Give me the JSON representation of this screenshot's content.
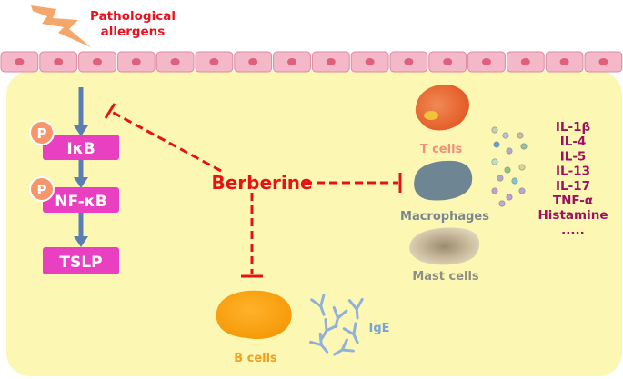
{
  "allergen": {
    "line1": "Pathological",
    "line2": "allergens"
  },
  "pathway": {
    "ikb": "IκB",
    "nfkb": "NF-κB",
    "tslp": "TSLP",
    "phospho": "P"
  },
  "drug": "Berberine",
  "cells": {
    "t_cells": "T cells",
    "macrophages": "Macrophages",
    "mast_cells": "Mast cells",
    "b_cells": "B cells",
    "ige": "IgE"
  },
  "cytokines": [
    "IL-1β",
    "IL-4",
    "IL-5",
    "IL-13",
    "IL-17",
    "TNF-α",
    "Histamine",
    "....."
  ],
  "colors": {
    "background_panel": "#fdf7b4",
    "epithelium": "#f4b8c8",
    "pathway_box": "#e93fc1",
    "phospho_circle": "#f7966b",
    "inhibition": "#e41414",
    "arrow": "#5a7db3",
    "cytokine_text": "#9c1260",
    "b_cell": "#ffa30f",
    "macrophage": "#6e8593",
    "t_cell": "#ea6c36",
    "ige": "#8fb1dc"
  }
}
